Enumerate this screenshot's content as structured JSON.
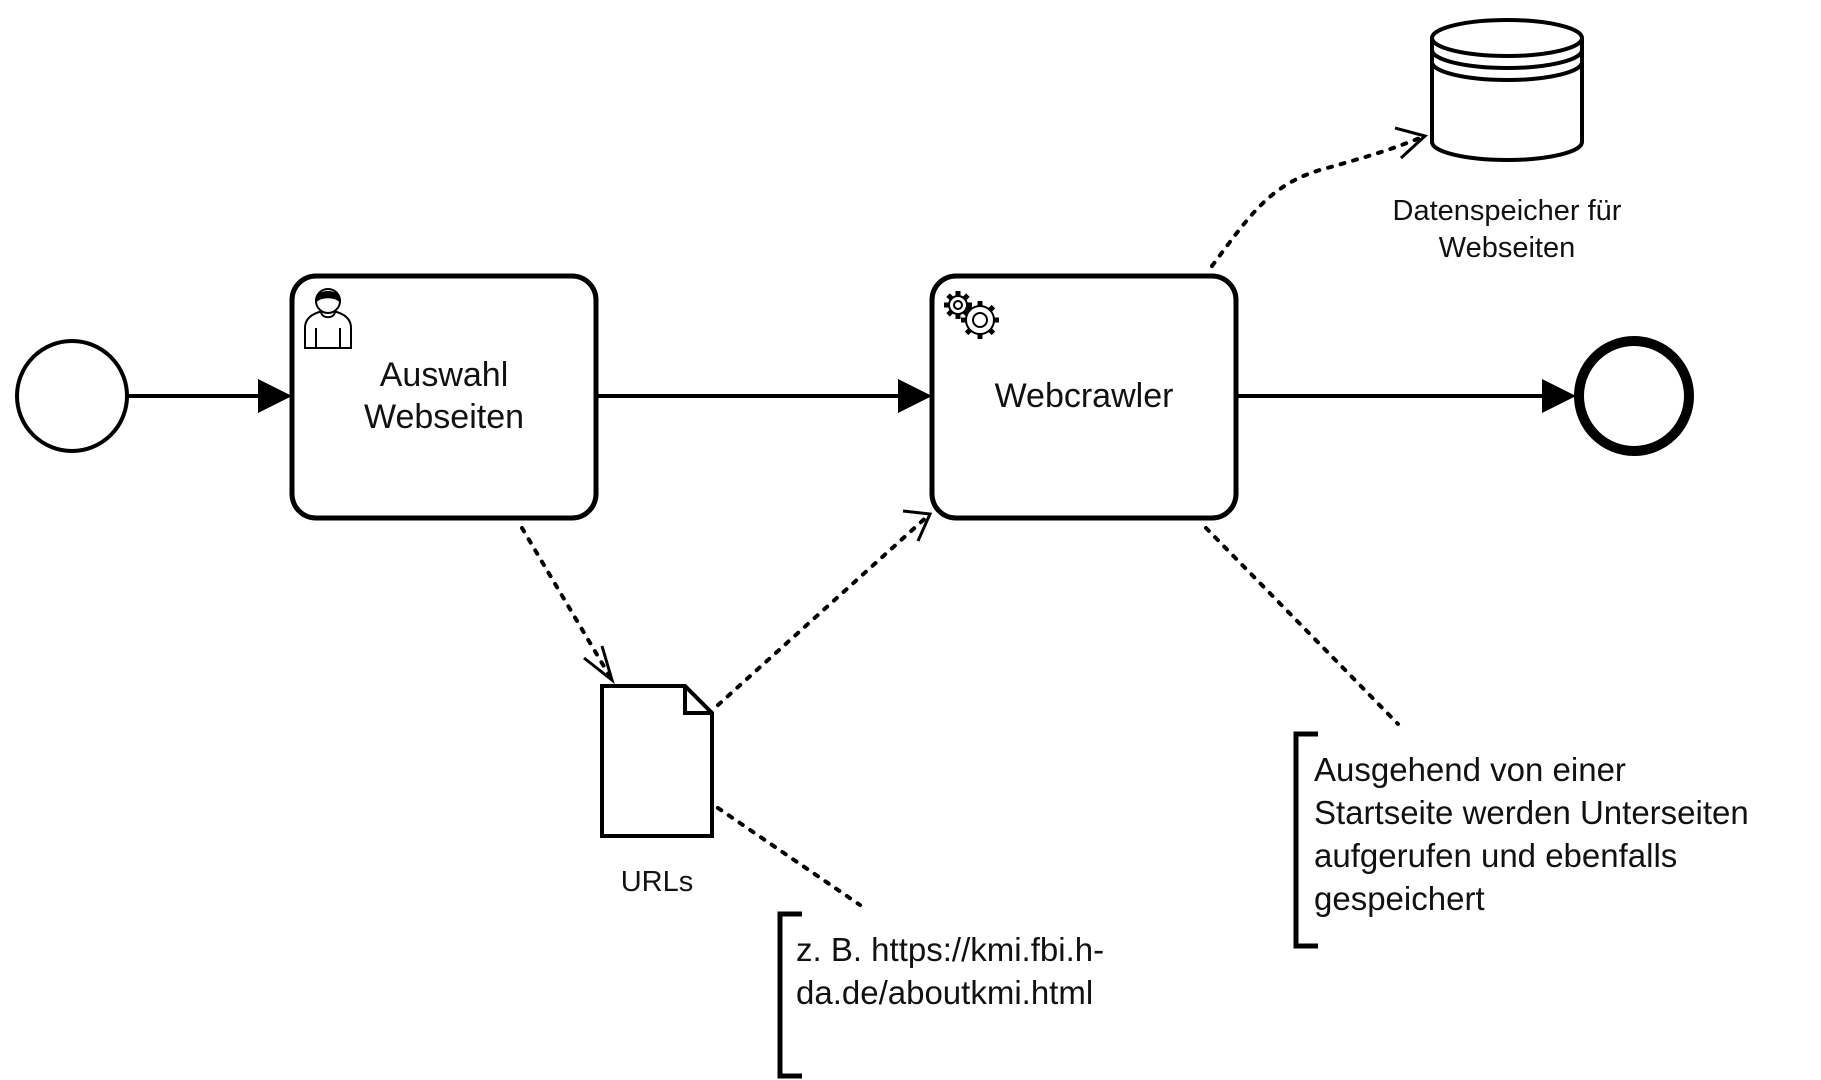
{
  "diagram": {
    "start_event": {
      "kind": "start"
    },
    "task_select": {
      "label": "Auswahl Webseiten",
      "marker_icon": "user-icon"
    },
    "task_crawler": {
      "label": "Webcrawler",
      "marker_icon": "gear-icon"
    },
    "end_event": {
      "kind": "end"
    },
    "data_store": {
      "label": "Datenspeicher für Webseiten"
    },
    "data_object": {
      "label": "URLs"
    },
    "annotation_urls": {
      "text": "z. B. https://kmi.fbi.h-da.de/aboutkmi.html"
    },
    "annotation_crawler": {
      "text": "Ausgehend von einer Startseite werden Unterseiten aufgerufen und ebenfalls gespeichert"
    }
  },
  "colors": {
    "stroke": "#000000",
    "background": "#ffffff"
  }
}
